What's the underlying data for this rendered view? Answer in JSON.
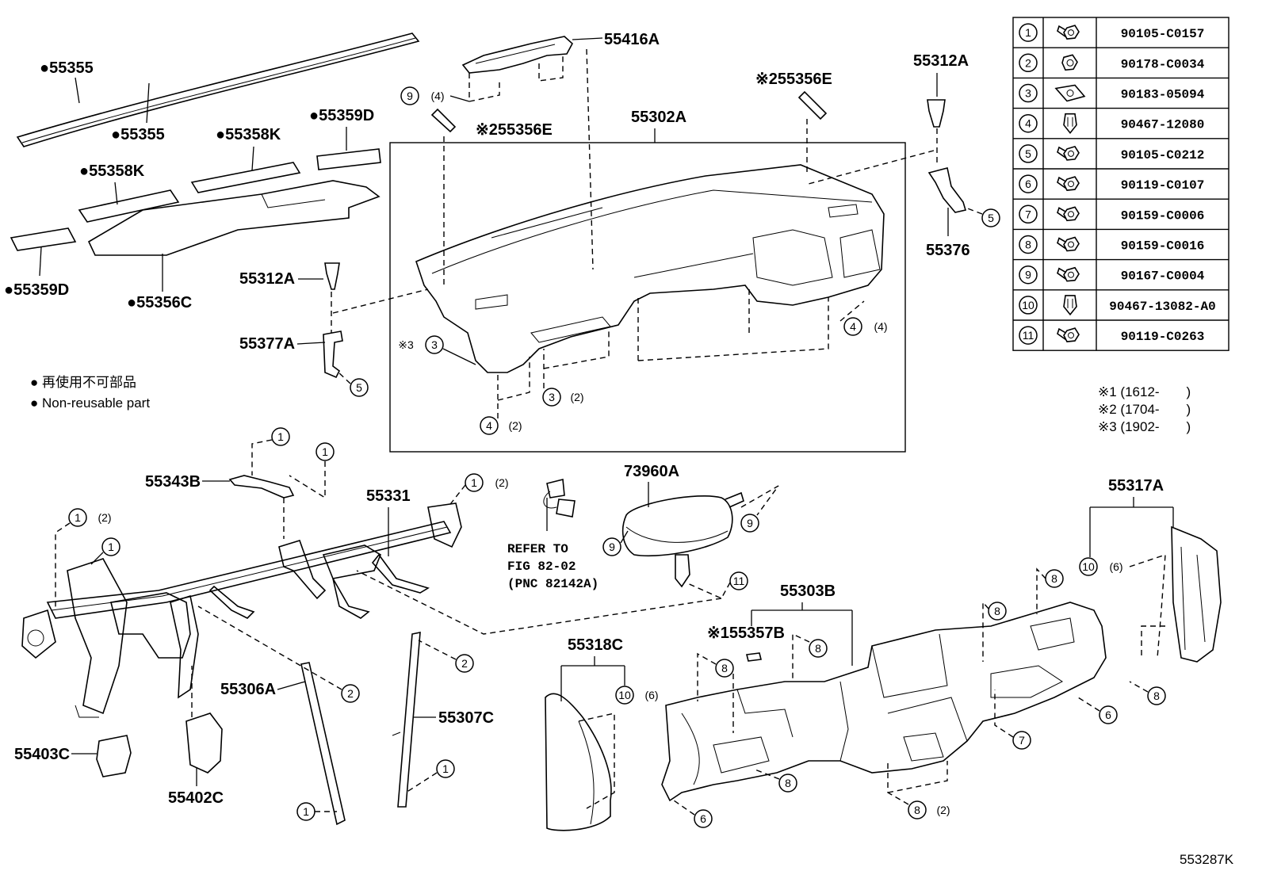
{
  "parts": {
    "p55355a": "●55355",
    "p55355b": "●55355",
    "p55358k_a": "●55358K",
    "p55358k_b": "●55358K",
    "p55359d_a": "●55359D",
    "p55359d_b": "●55359D",
    "p55356c": "●55356C",
    "p55416a": "55416A",
    "p55356e_a": "※255356E",
    "p55356e_b": "※255356E",
    "p55302a": "55302A",
    "p55312a_a": "55312A",
    "p55312a_b": "55312A",
    "p55376": "55376",
    "p55377a": "55377A",
    "p55343b": "55343B",
    "p55331": "55331",
    "p73960a": "73960A",
    "p55317a": "55317A",
    "p55303b": "55303B",
    "p55357b": "※155357B",
    "p55318c": "55318C",
    "p55306a": "55306A",
    "p55307c": "55307C",
    "p55403c": "55403C",
    "p55402c": "55402C",
    "refer1": "REFER TO",
    "refer2": "FIG 82-02",
    "refer3": "(PNC 82142A)",
    "s3": "※3",
    "fig_code": "553287K"
  },
  "legend": {
    "line_jp": "● 再使用不可部品",
    "line_en": "● Non-reusable part"
  },
  "notes": {
    "n1": "※1 (1612-　　)",
    "n2": "※2 (1704-　　)",
    "n3": "※3 (1902-　　)"
  },
  "fastener_table": [
    {
      "num": "1",
      "part": "90105-C0157",
      "icon": "bolt-icon"
    },
    {
      "num": "2",
      "part": "90178-C0034",
      "icon": "nut-icon"
    },
    {
      "num": "3",
      "part": "90183-05094",
      "icon": "clip-nut-icon"
    },
    {
      "num": "4",
      "part": "90467-12080",
      "icon": "clip-icon"
    },
    {
      "num": "5",
      "part": "90105-C0212",
      "icon": "bolt-icon"
    },
    {
      "num": "6",
      "part": "90119-C0107",
      "icon": "bolt-icon"
    },
    {
      "num": "7",
      "part": "90159-C0006",
      "icon": "screw-icon"
    },
    {
      "num": "8",
      "part": "90159-C0016",
      "icon": "screw-icon"
    },
    {
      "num": "9",
      "part": "90167-C0004",
      "icon": "bolt-icon"
    },
    {
      "num": "10",
      "part": "90467-13082-A0",
      "icon": "clip-icon"
    },
    {
      "num": "11",
      "part": "90119-C0263",
      "icon": "bolt-icon"
    }
  ],
  "callouts": {
    "c9_qty": "(4)",
    "c4_qty": "(4)",
    "c3_qty": "(2)",
    "c4b_qty": "(2)",
    "c1_qty_a": "(2)",
    "c1_qty_b": "(2)",
    "c10_qty_a": "(6)",
    "c10_qty_b": "(6)",
    "c8_qty": "(2)"
  }
}
